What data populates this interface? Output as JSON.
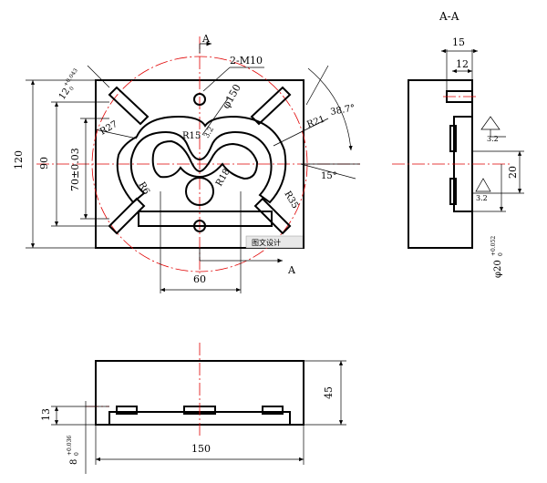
{
  "section_label": "A-A",
  "cut_marks": [
    "A",
    "A"
  ],
  "front_view": {
    "callouts": {
      "tap": "2-M10",
      "phi150": "φ150",
      "r27": "R27",
      "r21": "R21",
      "r15": "R15",
      "r18": "R18",
      "r6": "R6",
      "r35": "R35",
      "r33": "3.2",
      "angle_a": "38.7°",
      "angle_b": "15°"
    },
    "dims": {
      "height_total": "120",
      "height_mid": "90",
      "height_tol_base": "70",
      "height_tol_suffix": "±0.03",
      "width_hole": "60",
      "corner_base": "12",
      "corner_tol_upper": "+0.043",
      "corner_tol_lower": "0"
    },
    "watermark": "图文设计"
  },
  "section_view": {
    "dims": {
      "top_outer": "15",
      "top_inner": "12",
      "step": "20",
      "bore_base": "φ20",
      "bore_tol_upper": "+0.052",
      "bore_tol_lower": "0"
    },
    "roughness": [
      "3.2",
      "3.2"
    ]
  },
  "top_view": {
    "dims": {
      "width": "150",
      "height": "45",
      "slot": "13",
      "slot_depth_base": "8",
      "slot_depth_tol_upper": "+0.036",
      "slot_depth_tol_lower": "0"
    }
  }
}
